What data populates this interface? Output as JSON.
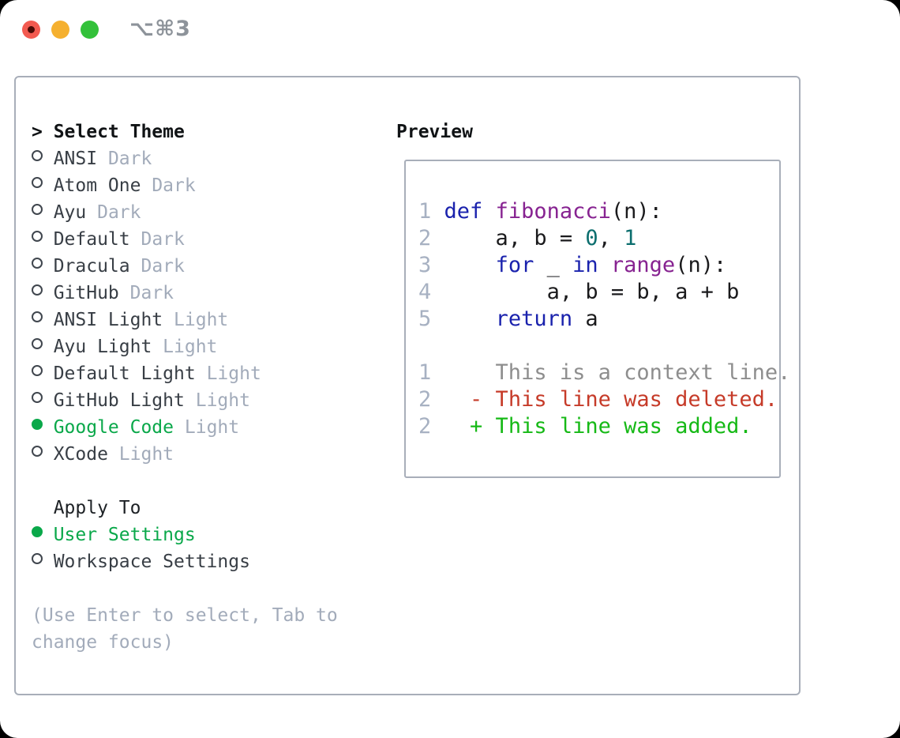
{
  "window": {
    "title": "⌥⌘3"
  },
  "theme_selector": {
    "cursor": ">",
    "header": "Select Theme",
    "items": [
      {
        "name": "ANSI",
        "variant": "Dark",
        "selected": false
      },
      {
        "name": "Atom One",
        "variant": "Dark",
        "selected": false
      },
      {
        "name": "Ayu",
        "variant": "Dark",
        "selected": false
      },
      {
        "name": "Default",
        "variant": "Dark",
        "selected": false
      },
      {
        "name": "Dracula",
        "variant": "Dark",
        "selected": false
      },
      {
        "name": "GitHub",
        "variant": "Dark",
        "selected": false
      },
      {
        "name": "ANSI Light",
        "variant": "Light",
        "selected": false
      },
      {
        "name": "Ayu Light",
        "variant": "Light",
        "selected": false
      },
      {
        "name": "Default Light",
        "variant": "Light",
        "selected": false
      },
      {
        "name": "GitHub Light",
        "variant": "Light",
        "selected": false
      },
      {
        "name": "Google Code",
        "variant": "Light",
        "selected": true
      },
      {
        "name": "XCode",
        "variant": "Light",
        "selected": false
      }
    ]
  },
  "apply_to": {
    "header": "Apply To",
    "options": [
      {
        "label": "User Settings",
        "selected": true
      },
      {
        "label": "Workspace Settings",
        "selected": false
      }
    ]
  },
  "help": {
    "line1": "(Use Enter to select, Tab to",
    "line2": "change focus)"
  },
  "preview": {
    "header": "Preview",
    "lines": [
      {
        "num": "1",
        "tokens": [
          {
            "text": "def",
            "cls": "kwd"
          },
          {
            "text": " ",
            "cls": "pln"
          },
          {
            "text": "fibonacci",
            "cls": "typ"
          },
          {
            "text": "(n):",
            "cls": "pln"
          }
        ]
      },
      {
        "num": "2",
        "tokens": [
          {
            "text": "    a, b = ",
            "cls": "pln"
          },
          {
            "text": "0",
            "cls": "lit"
          },
          {
            "text": ", ",
            "cls": "pln"
          },
          {
            "text": "1",
            "cls": "lit"
          }
        ]
      },
      {
        "num": "3",
        "tokens": [
          {
            "text": "    ",
            "cls": "pln"
          },
          {
            "text": "for",
            "cls": "kwd"
          },
          {
            "text": " _ ",
            "cls": "pln"
          },
          {
            "text": "in",
            "cls": "kwd"
          },
          {
            "text": " ",
            "cls": "pln"
          },
          {
            "text": "range",
            "cls": "typ"
          },
          {
            "text": "(n):",
            "cls": "pln"
          }
        ]
      },
      {
        "num": "4",
        "tokens": [
          {
            "text": "        a, b = b, a + b",
            "cls": "pln"
          }
        ]
      },
      {
        "num": "5",
        "tokens": [
          {
            "text": "    ",
            "cls": "pln"
          },
          {
            "text": "return",
            "cls": "kwd"
          },
          {
            "text": " a",
            "cls": "pln"
          }
        ]
      },
      {
        "num": "",
        "tokens": []
      },
      {
        "num": "1",
        "tokens": [
          {
            "text": "    This is a context line.",
            "cls": "ctx"
          }
        ]
      },
      {
        "num": "2",
        "tokens": [
          {
            "text": "  ",
            "cls": "pln"
          },
          {
            "text": "- This line was deleted.",
            "cls": "del"
          }
        ]
      },
      {
        "num": "2",
        "tokens": [
          {
            "text": "  ",
            "cls": "pln"
          },
          {
            "text": "+ This line was added.",
            "cls": "add"
          }
        ]
      }
    ]
  },
  "colors": {
    "selection_green": "#0aa84a",
    "keyword_blue": "#1a22ad",
    "function_purple": "#872391",
    "number_teal": "#0c6e6e",
    "diff_deleted_red": "#c63b29",
    "diff_added_green": "#16b916",
    "muted_gray": "#a2abba",
    "border_gray": "#a8aeb9",
    "traffic_red": "#f25a50",
    "traffic_yellow": "#f5b02f",
    "traffic_green": "#33c13a"
  }
}
